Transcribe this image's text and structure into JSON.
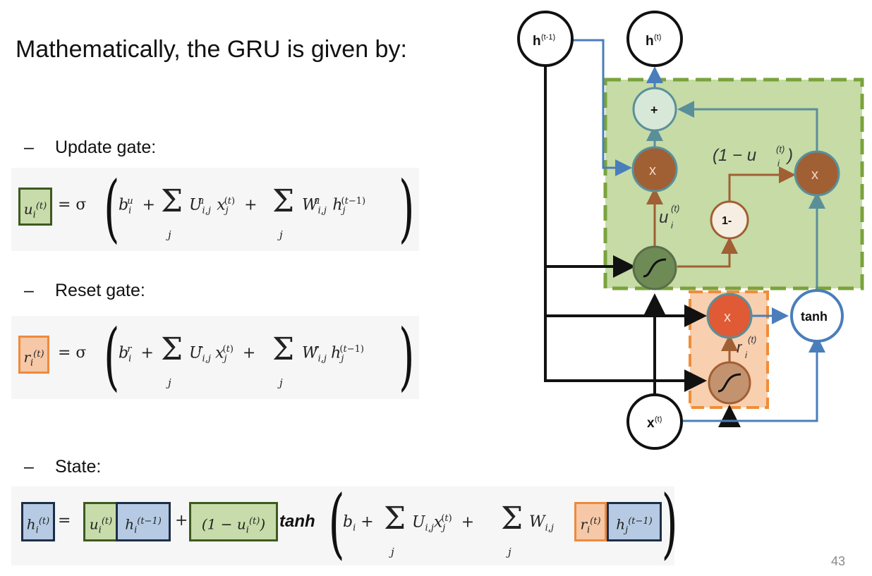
{
  "slide": {
    "title": "Mathematically, the GRU is given by:",
    "page_number": "43"
  },
  "bullets": {
    "dash": "–",
    "update": "Update gate:",
    "reset": "Reset gate:",
    "state": "State:"
  },
  "equations": {
    "update": {
      "lhs": "u_i^(t)",
      "rhs": "= σ ( b_i^u + Σ_j U^u_{i,j} x_j^(t) + Σ_j W^u_{i,j} h_j^(t−1) )"
    },
    "reset": {
      "lhs": "r_i^(t)",
      "rhs": "= σ ( b_i^r + Σ_j U^r_{i,j} x_j^(t) + Σ_j W^r_{i,j} h_j^(t−1) )"
    },
    "state": {
      "lhs": "h_i^(t)",
      "tanh_word": "tanh"
    }
  },
  "diagram": {
    "nodes": {
      "h_prev": "h",
      "h_prev_sup": "(t-1)",
      "h_curr": "h",
      "h_curr_sup": "(t)",
      "x": "x",
      "x_sup": "(t)",
      "plus": "+",
      "mult_left": "x",
      "mult_right": "x",
      "mult_reset": "x",
      "one_minus": "1-",
      "tanh": "tanh"
    },
    "labels": {
      "one_minus_u": "(1 − u",
      "u_label": "u",
      "r_label": "r"
    },
    "colors": {
      "green_fill": "#c6dba6",
      "green_border": "#7aa33c",
      "orange_fill": "#f8cfaf",
      "orange_border": "#ef8d3a",
      "blue": "#4a7ebb",
      "brown": "#a15f34",
      "teal": "#5a8f9a"
    }
  }
}
